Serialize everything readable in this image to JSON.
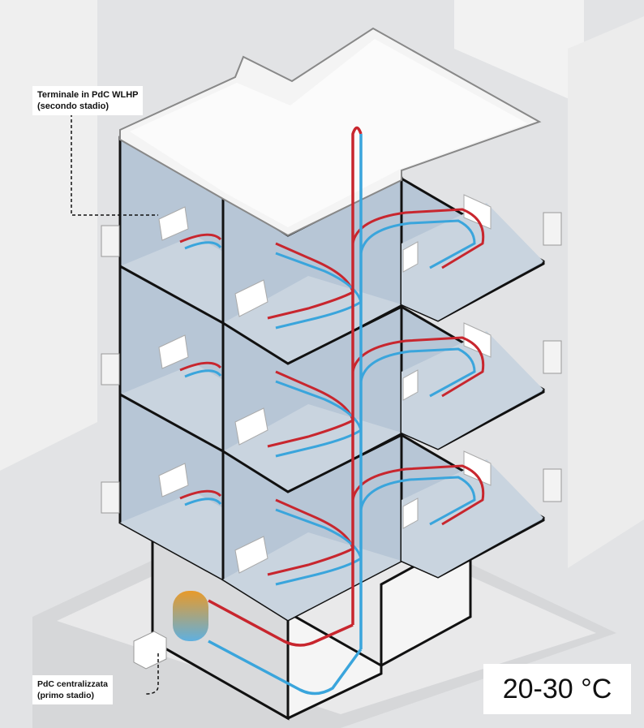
{
  "labels": {
    "top_line1": "Terminale in PdC WLHP",
    "top_line2": "(secondo stadio)",
    "bottom_line1": "PdC centralizzata",
    "bottom_line2": "(primo stadio)"
  },
  "temperature": "20-30 °C",
  "colors": {
    "hot_pipe": "#c8262e",
    "cold_pipe": "#3aa5dc",
    "room_fill": "#b7c6d6",
    "outline": "#111111"
  },
  "floors": 3
}
